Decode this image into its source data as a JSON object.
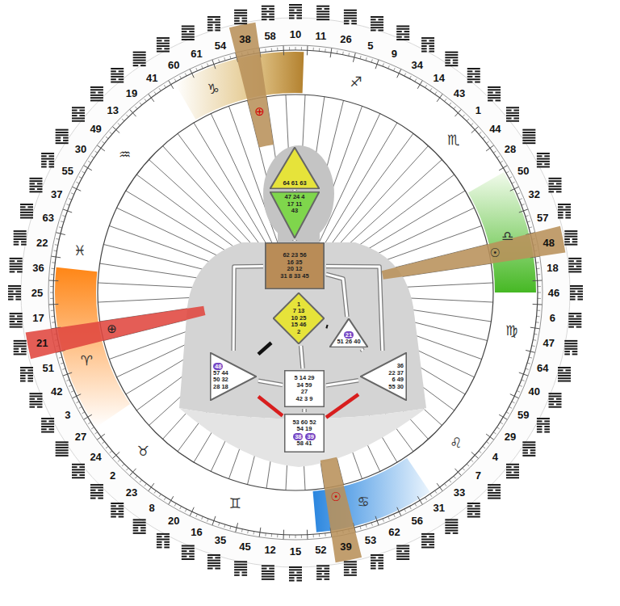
{
  "diagram": {
    "nodes": [
      {
        "text": [
          "64 61 63"
        ]
      },
      {
        "text": [
          "47 24 4",
          "17 11",
          "43"
        ]
      },
      {
        "text": [
          "62 23 56",
          "16 35",
          "20 12",
          "31 8 33 45"
        ]
      },
      {
        "text": [
          "1",
          "7 13",
          "10 25",
          "15 46",
          "2"
        ]
      },
      {
        "text": [
          "21",
          "51 26 40"
        ]
      },
      {
        "text": [
          "48",
          "57 44",
          "50 32",
          "28 18"
        ]
      },
      {
        "text": [
          "5 14 29",
          "34 59",
          "27",
          "42 3 9"
        ]
      },
      {
        "text": [
          "36",
          "22 37",
          "6 49",
          "55 30"
        ]
      },
      {
        "text": [
          "53 60 52",
          "54 19",
          "38",
          "39",
          "58 41"
        ]
      }
    ],
    "edges": [
      {
        "from": 0,
        "to": 1,
        "arrow": "none"
      },
      {
        "from": 1,
        "to": 2,
        "arrow": "none"
      },
      {
        "from": 2,
        "to": 3,
        "arrow": "none"
      },
      {
        "from": 2,
        "to": 4,
        "arrow": "none"
      },
      {
        "from": 2,
        "to": 5,
        "arrow": "none"
      },
      {
        "from": 2,
        "to": 7,
        "arrow": "none"
      },
      {
        "from": 3,
        "to": 4,
        "arrow": "none"
      },
      {
        "from": 3,
        "to": 5,
        "arrow": "none"
      },
      {
        "from": 3,
        "to": 6,
        "arrow": "none"
      },
      {
        "from": 4,
        "to": 7,
        "arrow": "none"
      },
      {
        "from": 5,
        "to": 6,
        "arrow": "none"
      },
      {
        "from": 6,
        "to": 7,
        "arrow": "none"
      },
      {
        "from": 6,
        "to": 8,
        "arrow": "none"
      },
      {
        "from": 5,
        "to": 8,
        "arrow": "none"
      },
      {
        "from": 7,
        "to": 8,
        "arrow": "none"
      }
    ],
    "labels": [
      "10",
      "11",
      "26",
      "5",
      "9",
      "34",
      "14",
      "43",
      "1",
      "44",
      "28",
      "50",
      "32",
      "57",
      "48",
      "18",
      "46",
      "6",
      "47",
      "64",
      "40",
      "59",
      "29",
      "4",
      "7",
      "33",
      "31",
      "56",
      "62",
      "53",
      "39",
      "52",
      "15",
      "12",
      "45",
      "35",
      "16",
      "20",
      "8",
      "23",
      "2",
      "24",
      "27",
      "3",
      "42",
      "51",
      "21",
      "17",
      "25",
      "36",
      "22",
      "63",
      "37",
      "55",
      "30",
      "49",
      "13",
      "19",
      "41",
      "60",
      "61",
      "54",
      "38",
      "58",
      "♑",
      "♐",
      "♏",
      "♎",
      "♍",
      "♌",
      "♋",
      "♊",
      "♉",
      "♈",
      "♓",
      "♒",
      "⊕",
      "☉",
      "⊕",
      "☉"
    ]
  }
}
